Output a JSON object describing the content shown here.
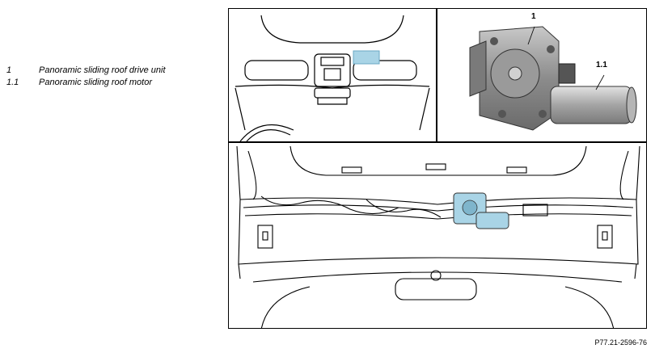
{
  "legend": {
    "items": [
      {
        "number": "1",
        "label": "Panoramic sliding roof drive unit"
      },
      {
        "number": "1.1",
        "label": "Panoramic sliding roof motor"
      }
    ]
  },
  "figure": {
    "callouts": {
      "drive_unit": "1",
      "motor": "1.1"
    },
    "reference_code": "P77.21-2596-76",
    "highlight_color": "#a9d4e6"
  }
}
